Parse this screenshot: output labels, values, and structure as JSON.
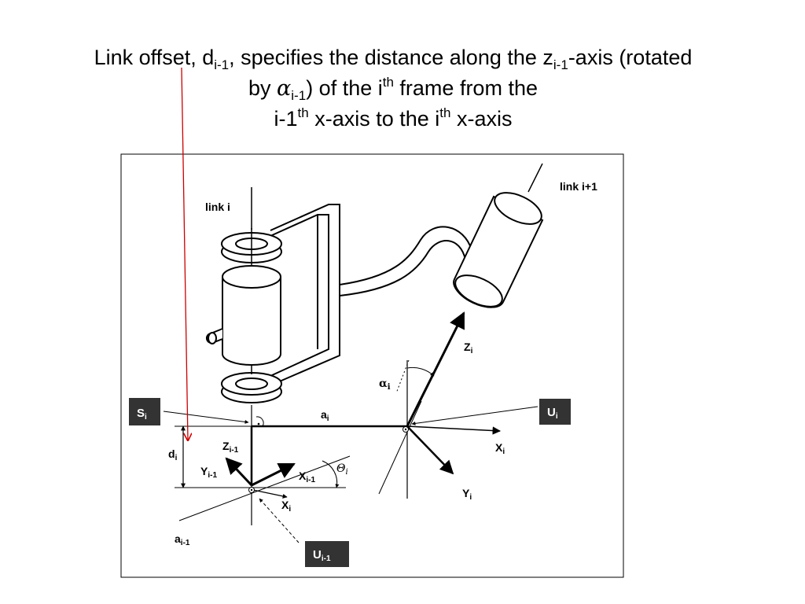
{
  "caption": {
    "l1_a": "Link offset, d",
    "l1_sub1": "i-1",
    "l1_b": ", specifies the distance along the z",
    "l1_sub2": "i-1",
    "l1_c": "-axis (rotated",
    "l2_a": "by ",
    "l2_greek": "α",
    "l2_sub": "i-1",
    "l2_b": ") of the i",
    "l2_sup": "th",
    "l2_c": " frame from the",
    "l3_a": "i-1",
    "l3_sup1": "th",
    "l3_b": " x-axis to the i",
    "l3_sup2": "th",
    "l3_c": " x-axis"
  },
  "diagram": {
    "link_i": "link i",
    "link_i1": "link i+1",
    "s_box": {
      "main": "S",
      "sub": "i"
    },
    "u_box": {
      "main": "U",
      "sub": "i"
    },
    "u_prev_box": {
      "main": "U",
      "sub": "i-1"
    },
    "a_i": {
      "main": "a",
      "sub": "i"
    },
    "a_prev": {
      "main": "a",
      "sub": "i-1"
    },
    "d_i": {
      "main": "d",
      "sub": "i"
    },
    "z_i": {
      "main": "Z",
      "sub": "i"
    },
    "x_i_right": {
      "main": "X",
      "sub": "i"
    },
    "y_i_right": {
      "main": "Y",
      "sub": "i"
    },
    "alpha_i": {
      "main": "α",
      "sub": "i"
    },
    "theta_i": {
      "main": "Θ",
      "sub": "i"
    },
    "z_prev": {
      "main": "Z",
      "sub": "i-1"
    },
    "y_prev": {
      "main": "Y",
      "sub": "i-1"
    },
    "x_prev": {
      "main": "X",
      "sub": "i-1"
    },
    "x_i_left": {
      "main": "X",
      "sub": "i"
    }
  },
  "colors": {
    "pointer_arrow": "#cc0000",
    "label_box": "#333333",
    "ink": "#000000"
  }
}
